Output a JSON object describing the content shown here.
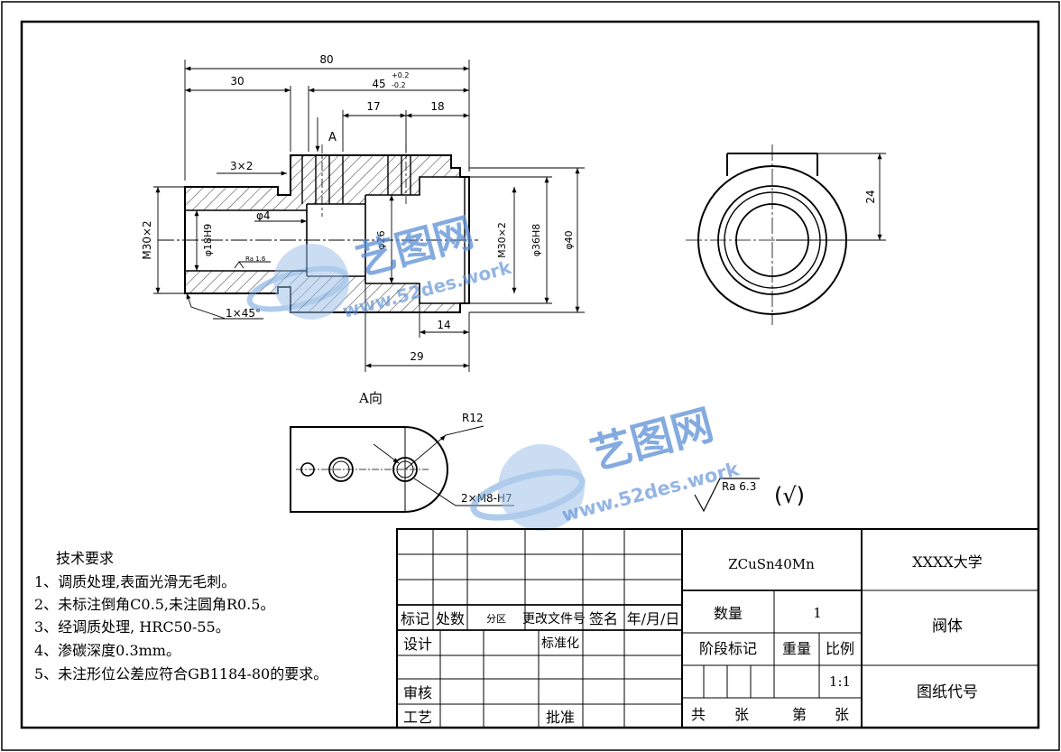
{
  "dimensions": {
    "overall_length": "80",
    "left_length": "30",
    "right_length": "45",
    "tol_upper": "+0.2",
    "tol_lower": "-0.2",
    "len_17": "17",
    "len_18": "18",
    "chamfer_groove": "3×2",
    "hole_small": "φ4",
    "thread_outer": "M30×2",
    "bore_18": "φ18H9",
    "roughness_small": "Ra 1.6",
    "chamfer_45": "1×45°",
    "bore_26": "φ26",
    "thread_right": "M30×2",
    "bore_36": "φ36H8",
    "dia_40": "φ40",
    "len_14": "14",
    "len_29": "29",
    "height_24": "24",
    "radius_12": "R12",
    "holes_m8": "2×M8-H7"
  },
  "labels": {
    "view_a_arrow": "A",
    "view_a_title": "A向",
    "surface_roughness": "Ra 6.3",
    "surface_roughness_note": "(√)"
  },
  "tech_requirements": {
    "title": "技术要求",
    "items": [
      "1、调质处理,表面光滑无毛刺。",
      "2、未标注倒角C0.5,未注圆角R0.5。",
      "3、经调质处理, HRC50-55。",
      "4、渗碳深度0.3mm。",
      "5、未注形位公差应符合GB1184-80的要求。"
    ]
  },
  "title_block": {
    "material": "ZCuSn40Mn",
    "school": "XXXX大学",
    "part_name": "阀体",
    "drawing_code": "图纸代号",
    "h_mark": "标记",
    "h_count": "处数",
    "h_zone": "分区",
    "h_doc": "更改文件号",
    "h_sign": "签名",
    "h_date": "年/月/日",
    "design": "设计",
    "standardize": "标准化",
    "review": "审核",
    "process": "工艺",
    "approve": "批准",
    "qty_label": "数量",
    "qty_value": "1",
    "stage_mark": "阶段标记",
    "weight": "重量",
    "scale_label": "比例",
    "scale_value": "1:1",
    "total_label": "共",
    "sheet_label": "张",
    "nth_label": "第",
    "sheet_label2": "张"
  },
  "watermark": {
    "brand": "艺图网",
    "url": "www.52des.work"
  }
}
